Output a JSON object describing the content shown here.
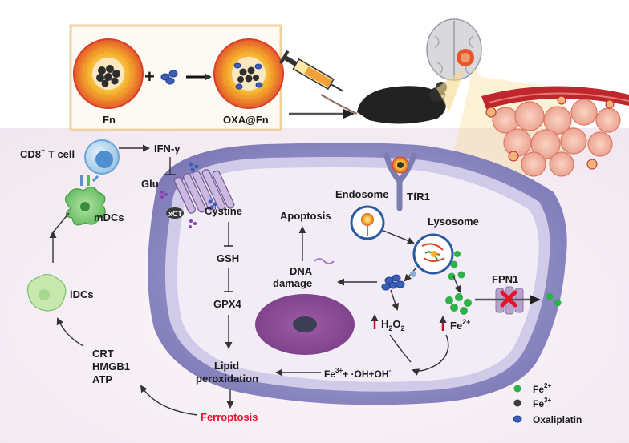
{
  "synthesis": {
    "fn_label": "Fn",
    "product_label": "OXA@Fn"
  },
  "cell_labels": {
    "cd8": "CD8",
    "cd8_sup": "+",
    "cd8_rest": " T cell",
    "ifn": "IFN-γ",
    "glu": "Glu",
    "xct": "xCT",
    "cystine": "Cystine",
    "gsh": "GSH",
    "gpx4": "GPX4",
    "lipid1": "Lipid",
    "lipid2": "peroxidation",
    "ferroptosis": "Ferroptosis",
    "mdcs": "mDCs",
    "idcs": "iDCs",
    "crt": "CRT",
    "hmgb1": "HMGB1",
    "atp": "ATP",
    "endosome": "Endosome",
    "tfr1": "TfR1",
    "lysosome": "Lysosome",
    "apoptosis": "Apoptosis",
    "dna1": "DNA",
    "dna2": "damage",
    "fpn1": "FPN1",
    "h2o2_h": "H",
    "h2o2_2a": "2",
    "h2o2_o": "O",
    "h2o2_2b": "2",
    "fe2_main": "Fe",
    "fe2_sup": "2+",
    "fenton_fe": "Fe",
    "fenton_sup": "3+",
    "fenton_rest": "+ ·OH+OH",
    "fenton_minus": "-"
  },
  "legend": {
    "fe2": "Fe",
    "fe2_sup": "2+",
    "fe3": "Fe",
    "fe3_sup": "3+",
    "oxa": "Oxaliplatin"
  },
  "colors": {
    "fe2": "#2fb14a",
    "fe3": "#3a3a3a",
    "oxaliplatin": "#3b5fb8",
    "arrow": "#333333",
    "red_text": "#e8112d",
    "membrane": "#8f8cc4",
    "cytoplasm": "#f1ecf5"
  }
}
